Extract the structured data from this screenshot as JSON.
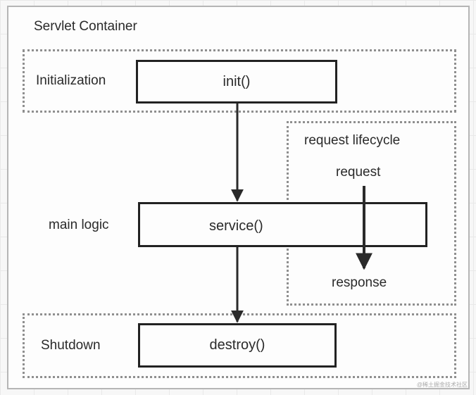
{
  "diagram": {
    "container_title": "Servlet Container",
    "zones": {
      "initialization": "Initialization",
      "main_logic": "main logic",
      "shutdown": "Shutdown",
      "request_lifecycle": "request lifecycle"
    },
    "methods": {
      "init": "init()",
      "service": "service()",
      "destroy": "destroy()"
    },
    "flow": {
      "request": "request",
      "response": "response"
    },
    "watermark": "@稀土掘金技术社区"
  }
}
